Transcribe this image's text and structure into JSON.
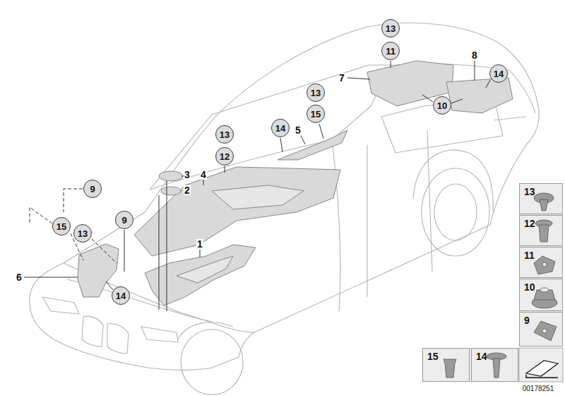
{
  "diagram": {
    "nodes": [
      {
        "text": [
          "13"
        ]
      },
      {
        "text": [
          "11"
        ]
      },
      {
        "text": [
          "14"
        ]
      },
      {
        "text": [
          "10"
        ]
      },
      {
        "text": [
          "13"
        ]
      },
      {
        "text": [
          "15"
        ]
      },
      {
        "text": [
          "14"
        ]
      },
      {
        "text": [
          "13"
        ]
      },
      {
        "text": [
          "12"
        ]
      },
      {
        "text": [
          "9"
        ]
      },
      {
        "text": [
          "9"
        ]
      },
      {
        "text": [
          "15"
        ]
      },
      {
        "text": [
          "13"
        ]
      },
      {
        "text": [
          "14"
        ]
      },
      {
        "text": [
          "13"
        ]
      },
      {
        "text": [
          "12"
        ]
      },
      {
        "text": [
          "11"
        ]
      },
      {
        "text": [
          "10"
        ]
      },
      {
        "text": [
          "9"
        ]
      },
      {
        "text": [
          "15"
        ]
      },
      {
        "text": [
          "14"
        ]
      }
    ],
    "labels": [
      "7",
      "8",
      "5",
      "3",
      "4",
      "2",
      "1",
      "6",
      "00178251"
    ]
  }
}
